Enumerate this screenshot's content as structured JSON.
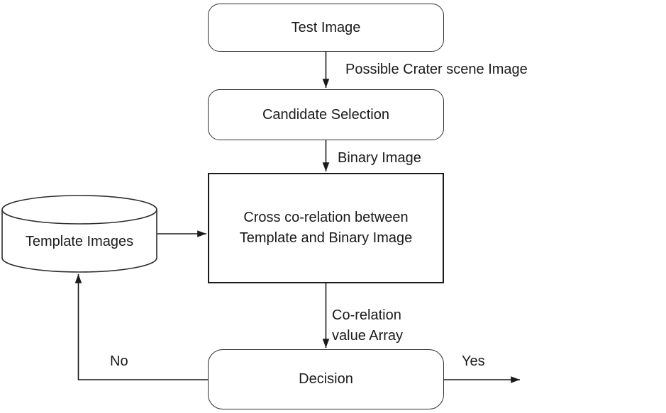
{
  "diagram": {
    "title": "Crater detection template-matching flowchart",
    "background_color": "#ffffff",
    "stroke_color": "#2e2e2e",
    "text_color": "#1a1a1a",
    "nodes": {
      "test_image": {
        "label": "Test Image",
        "shape": "rounded-rect"
      },
      "candidate_selection": {
        "label": "Candidate Selection",
        "shape": "rounded-rect"
      },
      "cross_corelation": {
        "label": "Cross co-relation between\nTemplate and Binary Image",
        "shape": "rect"
      },
      "template_images": {
        "label": "Template Images",
        "shape": "cylinder"
      },
      "decision": {
        "label": "Decision",
        "shape": "rounded-rect"
      }
    },
    "edges": {
      "test_to_candidate": {
        "label": "Possible Crater scene Image"
      },
      "candidate_to_cross": {
        "label": "Binary Image"
      },
      "templates_to_cross": {
        "label": ""
      },
      "cross_to_decision": {
        "label": "Co-relation\nvalue Array"
      },
      "decision_to_templates": {
        "label": "No"
      },
      "decision_to_exit": {
        "label": "Yes"
      }
    }
  }
}
